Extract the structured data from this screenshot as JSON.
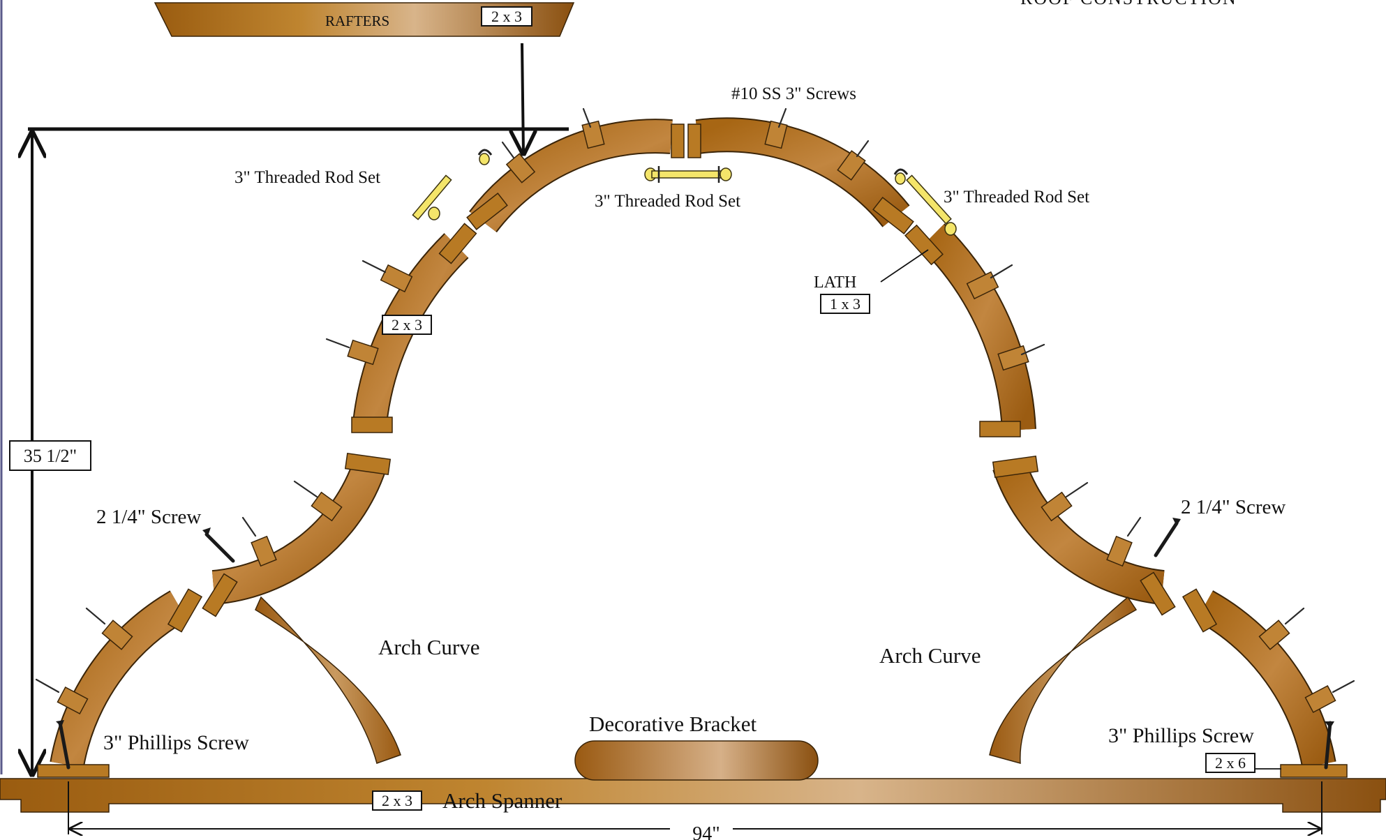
{
  "title": "ROOF  CONSTRUCTION",
  "rafters": {
    "label": "RAFTERS",
    "size": "2 x 3"
  },
  "height_dimension": "35 1/2\"",
  "width_dimension": "94\"",
  "labels": {
    "screws_ss": "#10 SS 3\" Screws",
    "rod_left": "3\" Threaded Rod Set",
    "rod_center": "3\" Threaded Rod Set",
    "rod_right": "3\" Threaded Rod Set",
    "lath": "LATH",
    "lath_size": "1 x 3",
    "arch_size": "2 x 3",
    "screw_left": "2 1/4\" Screw",
    "screw_right": "2 1/4\" Screw",
    "arch_curve_left": "Arch Curve",
    "arch_curve_right": "Arch Curve",
    "phillips_left": "3\" Phillips Screw",
    "phillips_right": "3\" Phillips Screw",
    "decorative_bracket": "Decorative Bracket",
    "spanner_size": "2 x 3",
    "arch_spanner": "Arch Spanner",
    "footing_size": "2 x 6"
  },
  "colors": {
    "wood_dark": "#8a5412",
    "wood_mid": "#b8781c",
    "wood_light": "#d9b48a",
    "rod_yellow": "#f4e56a",
    "line": "#111111"
  }
}
